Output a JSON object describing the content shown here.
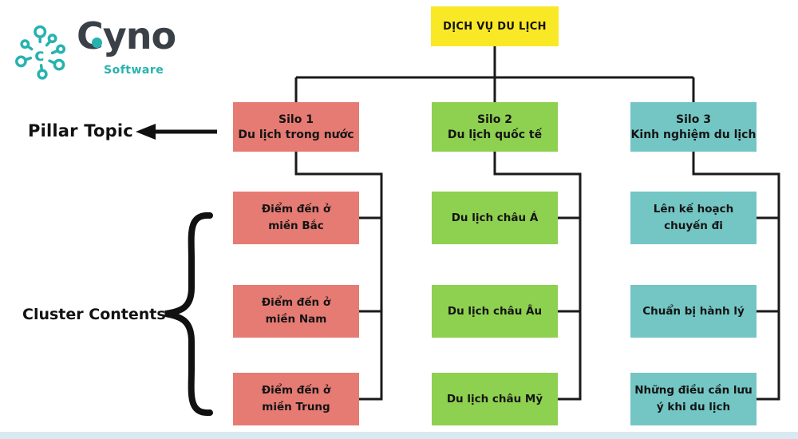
{
  "page": {
    "background": "#ffffff",
    "bottom_bar_color": "#d9e9f2",
    "line_color": "#1a1a1a"
  },
  "logo": {
    "brand": "Cyno",
    "subtitle": "Software",
    "brand_color": "#3a4047",
    "accent_color": "#26b3b0"
  },
  "root": {
    "label": "DỊCH VỤ DU LỊCH",
    "color": "#f9e825"
  },
  "annotations": {
    "pillar_label": "Pillar Topic",
    "cluster_label": "Cluster Contents"
  },
  "silos": [
    {
      "title": "Silo 1",
      "subtitle": "Du lịch trong nước",
      "color": "#e57b73",
      "children": [
        [
          "Điểm đến ở",
          "miền Bắc"
        ],
        [
          "Điểm đến ở",
          "miền Nam"
        ],
        [
          "Điểm đến ở",
          "miền Trung"
        ]
      ]
    },
    {
      "title": "Silo 2",
      "subtitle": "Du lịch quốc tế",
      "color": "#8ed04f",
      "children": [
        [
          "Du lịch châu Á"
        ],
        [
          "Du lịch châu Âu"
        ],
        [
          "Du lịch châu Mỹ"
        ]
      ]
    },
    {
      "title": "Silo 3",
      "subtitle": "Kinh nghiệm du lịch",
      "color": "#73c6c4",
      "children": [
        [
          "Lên kế hoạch",
          "chuyến đi"
        ],
        [
          "Chuẩn bị hành lý"
        ],
        [
          "Những điều cần lưu",
          "ý khi du lịch"
        ]
      ]
    }
  ]
}
